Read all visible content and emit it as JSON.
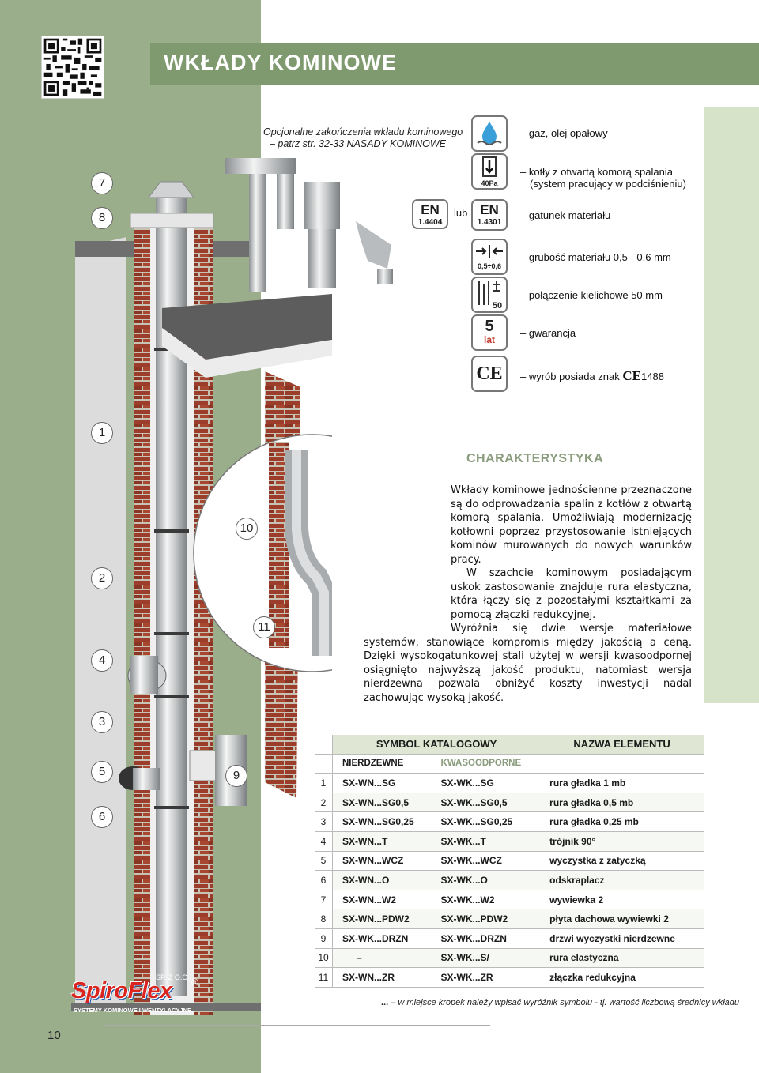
{
  "header": {
    "title": "WKŁADY KOMINOWE"
  },
  "note": {
    "line1": "Opcjonalne zakończenia wkładu kominowego",
    "line2": "– patrz str. 32-33  NASADY KOMINOWE"
  },
  "features": [
    {
      "icon": "water-drop-icon",
      "label": "gaz, olej opałowy"
    },
    {
      "icon": "pressure-icon",
      "icon_text": "40Pa",
      "label": "kotły z otwartą komorą spalania",
      "label2": "(system pracujący w podciśnieniu)"
    },
    {
      "icon": "en-standard-icon",
      "icon_text": "EN",
      "icon_sub": "1.4301",
      "label": "gatunek materiału"
    },
    {
      "icon": "thickness-icon",
      "icon_text": "0,5÷0,6",
      "label": "grubość materiału 0,5 - 0,6 mm"
    },
    {
      "icon": "socket-connection-icon",
      "icon_text": "50",
      "label": "połączenie kielichowe 50 mm"
    },
    {
      "icon": "warranty-icon",
      "icon_text": "5",
      "icon_sub": "lat",
      "label": "gwarancja"
    },
    {
      "icon": "ce-mark-icon",
      "icon_text": "CE",
      "label": "wyrób posiada znak",
      "label_mark": "CE",
      "label_num": "1488"
    }
  ],
  "material_alt": {
    "en_text": "EN",
    "en_sub": "1.4404",
    "lub": "lub"
  },
  "callouts": [
    "7",
    "8",
    "1",
    "10",
    "2",
    "11",
    "4",
    "3",
    "5",
    "9",
    "6"
  ],
  "characteristics": {
    "title": "CHARAKTERYSTYKA",
    "p1": "Wkłady kominowe jednościenne przeznaczone są do odprowadzania spalin z kotłów z otwartą komorą spalania. Umożliwiają modernizację kotłowni poprzez przystosowanie istniejących kominów murowanych do nowych warunków pracy.",
    "p2": "W szachcie kominowym posiadającym uskok zastosowanie znajduje rura elastyczna, która łączy się z pozostałymi kształtkami za pomocą złączki redukcyjnej.",
    "p3": "Wyróżnia się dwie wersje materiałowe systemów, stanowiące kompromis między jakością a ceną. Dzięki wysokogatunkowej stali użytej w wersji kwasoodpornej osiągnięto najwyższą jakość produktu, natomiast wersja nierdzewna pozwala obniżyć koszty inwestycji nadal zachowując wysoką jakość."
  },
  "table": {
    "header_symbol": "SYMBOL KATALOGOWY",
    "header_name": "NAZWA ELEMENTU",
    "sub_nierdzewne": "NIERDZEWNE",
    "sub_kwasoodporne": "KWASOODPORNE",
    "rows": [
      {
        "n": "1",
        "wn": "SX-WN...SG",
        "wk": "SX-WK...SG",
        "name": "rura gładka  1 mb"
      },
      {
        "n": "2",
        "wn": "SX-WN...SG0,5",
        "wk": "SX-WK...SG0,5",
        "name": "rura gładka  0,5 mb"
      },
      {
        "n": "3",
        "wn": "SX-WN...SG0,25",
        "wk": "SX-WK...SG0,25",
        "name": "rura gładka  0,25 mb"
      },
      {
        "n": "4",
        "wn": "SX-WN...T",
        "wk": "SX-WK...T",
        "name": "trójnik 90°"
      },
      {
        "n": "5",
        "wn": "SX-WN...WCZ",
        "wk": "SX-WK...WCZ",
        "name": "wyczystka z zatyczką"
      },
      {
        "n": "6",
        "wn": "SX-WN...O",
        "wk": "SX-WK...O",
        "name": "odskraplacz"
      },
      {
        "n": "7",
        "wn": "SX-WN...W2",
        "wk": "SX-WK...W2",
        "name": "wywiewka 2"
      },
      {
        "n": "8",
        "wn": "SX-WN...PDW2",
        "wk": "SX-WK...PDW2",
        "name": "płyta dachowa wywiewki 2"
      },
      {
        "n": "9",
        "wn": "SX-WK...DRZN",
        "wk": "SX-WK...DRZN",
        "name": "drzwi wyczystki nierdzewne"
      },
      {
        "n": "10",
        "wn": "–",
        "wk": "SX-WK...S/_",
        "name": "rura elastyczna"
      },
      {
        "n": "11",
        "wn": "SX-WN...ZR",
        "wk": "SX-WK...ZR",
        "name": "złączka redukcyjna"
      }
    ]
  },
  "footnote": {
    "dots": "...",
    "text": "– w miejsce kropek należy wpisać wyróżnik symbolu - tj. wartość liczbową średnicy wkładu"
  },
  "logo": {
    "brand": "SpiroFlex",
    "company": "SP. Z O.O.",
    "tagline": "SYSTEMY KOMINOWE I WENTYLACYJNE",
    "registered": "®"
  },
  "page_number": "10",
  "colors": {
    "band_green": "#9aae8c",
    "title_green": "#7f9a6f",
    "brand_red": "#d9251d",
    "brand_blue": "#1e5aa8"
  }
}
